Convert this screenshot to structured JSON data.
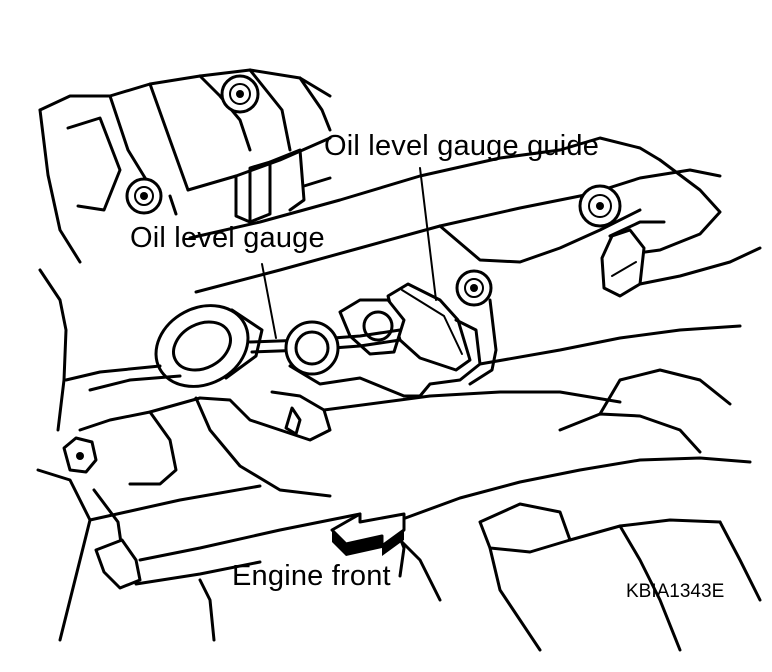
{
  "labels": {
    "oil_level_gauge_guide": "Oil level gauge guide",
    "oil_level_gauge": "Oil level gauge",
    "engine_front": "Engine front"
  },
  "figure_code": "KBIA1343E",
  "colors": {
    "ink": "#000000",
    "paper": "#ffffff"
  },
  "icons": {
    "front_direction": "arrow-left-icon"
  }
}
